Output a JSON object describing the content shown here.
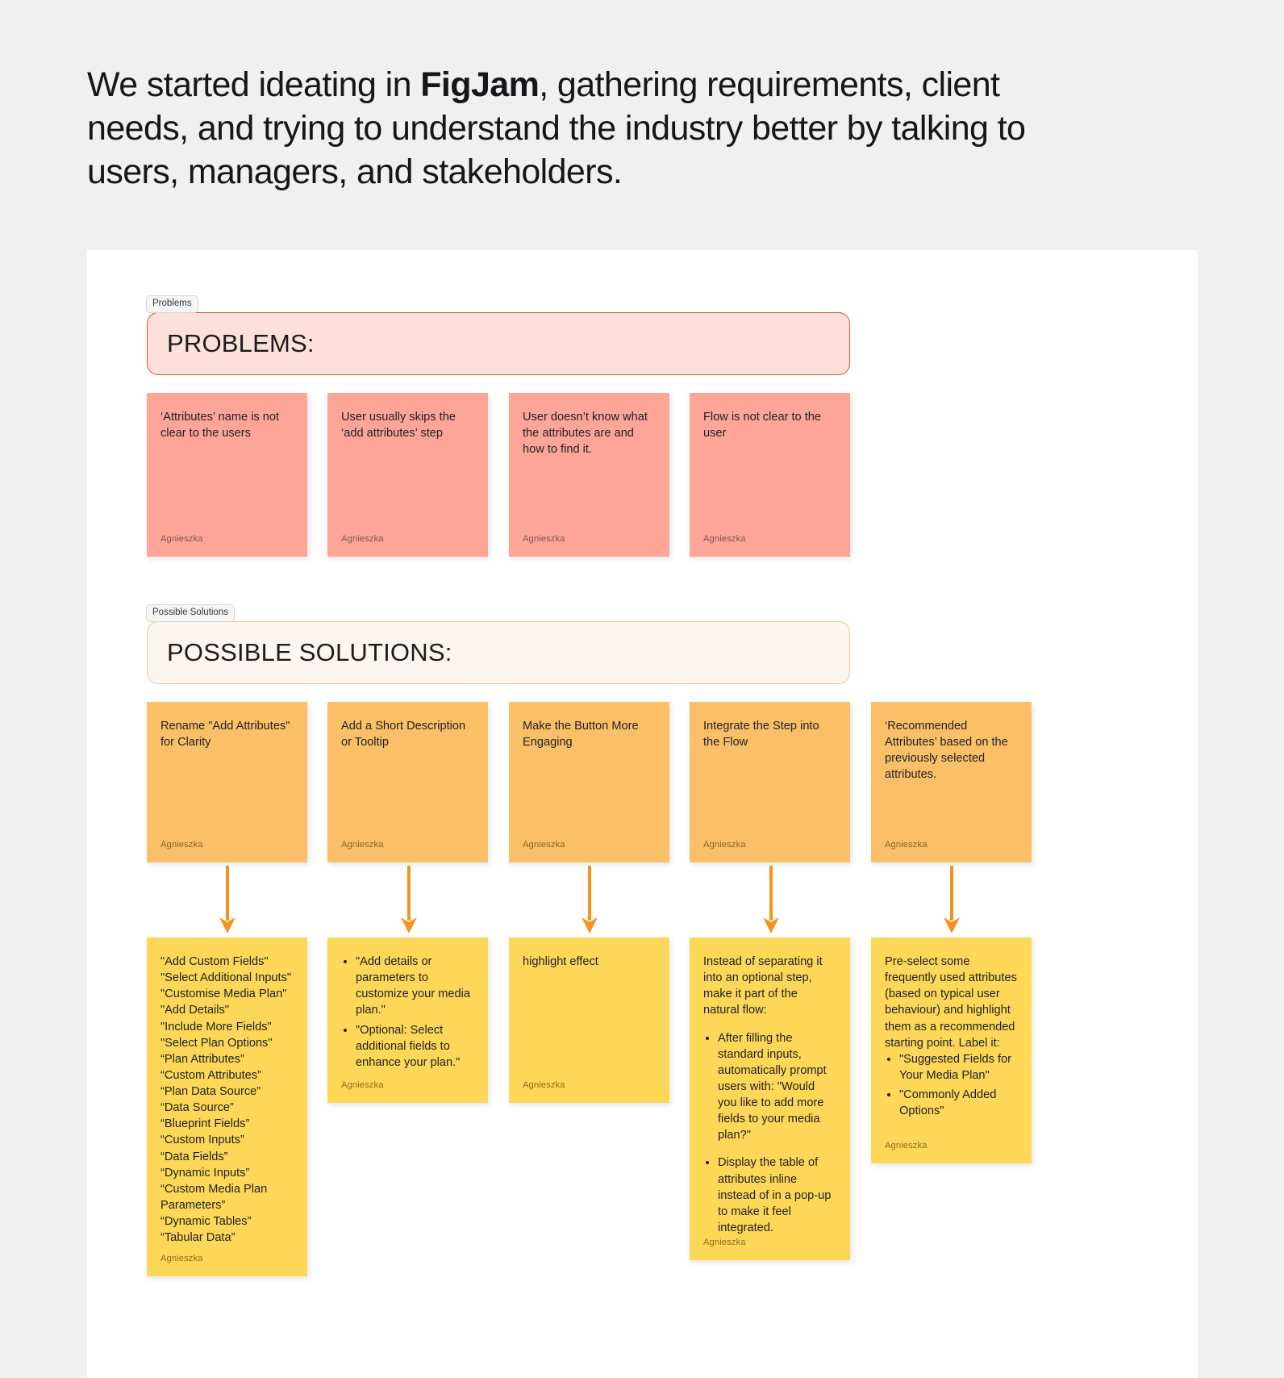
{
  "intro": {
    "before": "We started ideating in ",
    "bold": "FigJam",
    "after": ", gathering requirements, client needs, and trying to understand the industry better by talking to users, managers, and stakeholders."
  },
  "colors": {
    "page_background": "#f0f0f0",
    "board_background": "#ffffff",
    "problems_frame_fill": "#fde0d9",
    "problems_frame_border": "#e8512a",
    "solutions_frame_fill": "#fdf5ef",
    "solutions_frame_border": "#f5c48a",
    "note_pink": "#fda596",
    "note_orange": "#fbbf68",
    "note_yellow": "#fdd757",
    "arrow": "#f59220",
    "text": "#1f2023"
  },
  "sections": {
    "problems": {
      "tab": "Problems",
      "title": "PROBLEMS:"
    },
    "solutions": {
      "tab": "Possible Solutions",
      "title": "POSSIBLE SOLUTIONS:"
    }
  },
  "author": "Agnieszka",
  "problem_notes": [
    {
      "text": "‘Attributes’ name is not clear to the users",
      "author": "Agnieszka"
    },
    {
      "text": "User usually skips the ‘add attributes’ step",
      "author": "Agnieszka"
    },
    {
      "text": "User doesn’t know what the attributes are and how to find it.",
      "author": "Agnieszka"
    },
    {
      "text": "Flow is not clear to the user",
      "author": "Agnieszka"
    }
  ],
  "solution_notes": [
    {
      "text": "Rename \"Add Attributes\" for Clarity",
      "author": "Agnieszka"
    },
    {
      "text": "Add a Short Description or Tooltip",
      "author": "Agnieszka"
    },
    {
      "text": "Make the Button More Engaging",
      "author": "Agnieszka"
    },
    {
      "text": "Integrate the Step into the Flow",
      "author": "Agnieszka"
    },
    {
      "text": "‘Recommended Attributes’ based on the previously selected attributes.",
      "author": "Agnieszka"
    }
  ],
  "detail_notes": {
    "naming_ideas": {
      "lines": "\"Add Custom Fields\"\n\"Select Additional Inputs\"\n\"Customise Media Plan\"\n\"Add Details\"\n\"Include More Fields\"\n\"Select Plan Options\"\n“Plan Attributes”\n“Custom Attributes”\n“Plan Data Source”\n“Data Source”\n“Blueprint Fields”\n“Custom Inputs”\n“Data Fields”\n“Dynamic Inputs”\n“Custom Media Plan Parameters”\n“Dynamic Tables”\n“Tabular Data”",
      "author": "Agnieszka"
    },
    "tooltip_ideas": {
      "bullets": [
        "\"Add details or parameters to customize your media plan.\"",
        "\"Optional: Select additional fields to enhance your plan.\""
      ],
      "author": "Agnieszka"
    },
    "button_ideas": {
      "text": "highlight effect",
      "author": "Agnieszka"
    },
    "flow_ideas": {
      "intro": "Instead of separating it into an optional step, make it part of the natural flow:",
      "bullets": [
        "After filling the standard inputs, automatically prompt users with: \"Would you like to add more fields to your media plan?\"",
        "Display the table of attributes inline instead of in a pop-up to make it feel integrated."
      ],
      "author": "Agnieszka"
    },
    "recommended_ideas": {
      "intro": "Pre-select some frequently used attributes (based on typical user behaviour) and highlight them as a recommended starting point. Label it:",
      "bullets": [
        "\"Suggested Fields for Your Media Plan\"",
        "\"Commonly Added Options\""
      ],
      "author": "Agnieszka"
    }
  }
}
